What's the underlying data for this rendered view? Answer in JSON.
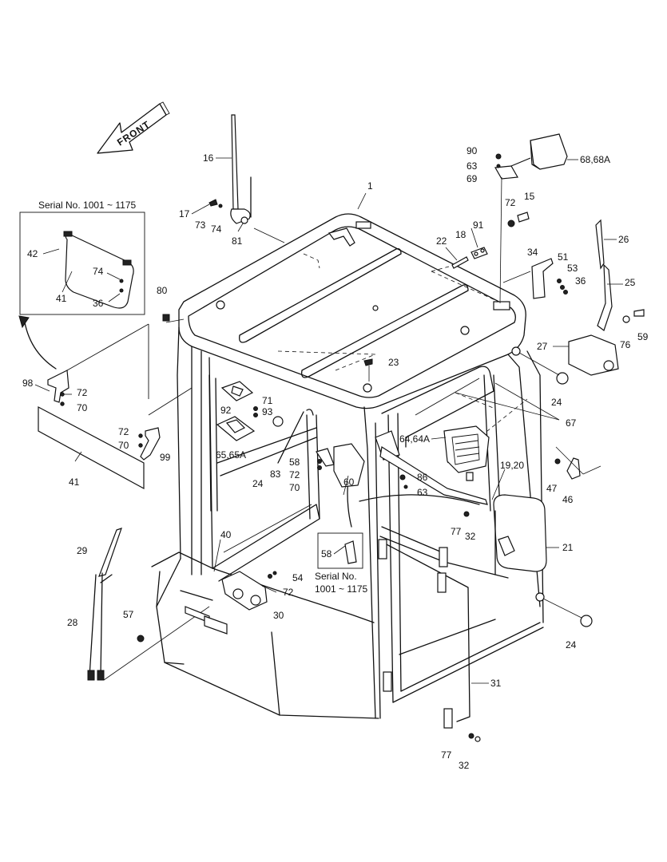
{
  "front_label": "FRONT",
  "serial_notes": [
    {
      "id": "serial-note-top",
      "text": "Serial No. 1001 ~ 1175"
    },
    {
      "id": "serial-note-bottom-line1",
      "text": "Serial No."
    },
    {
      "id": "serial-note-bottom-line2",
      "text": "1001 ~ 1175"
    }
  ],
  "callouts": [
    {
      "id": "c1",
      "text": "1"
    },
    {
      "id": "c15",
      "text": "15"
    },
    {
      "id": "c16",
      "text": "16"
    },
    {
      "id": "c17",
      "text": "17"
    },
    {
      "id": "c18",
      "text": "18"
    },
    {
      "id": "c1920",
      "text": "19,20"
    },
    {
      "id": "c21",
      "text": "21"
    },
    {
      "id": "c22",
      "text": "22"
    },
    {
      "id": "c23",
      "text": "23"
    },
    {
      "id": "c24a",
      "text": "24"
    },
    {
      "id": "c24b",
      "text": "24"
    },
    {
      "id": "c24c",
      "text": "24"
    },
    {
      "id": "c25",
      "text": "25"
    },
    {
      "id": "c26",
      "text": "26"
    },
    {
      "id": "c27",
      "text": "27"
    },
    {
      "id": "c28",
      "text": "28"
    },
    {
      "id": "c29",
      "text": "29"
    },
    {
      "id": "c30",
      "text": "30"
    },
    {
      "id": "c31",
      "text": "31"
    },
    {
      "id": "c32a",
      "text": "32"
    },
    {
      "id": "c32b",
      "text": "32"
    },
    {
      "id": "c34",
      "text": "34"
    },
    {
      "id": "c36a",
      "text": "36"
    },
    {
      "id": "c36b",
      "text": "36"
    },
    {
      "id": "c40",
      "text": "40"
    },
    {
      "id": "c41a",
      "text": "41"
    },
    {
      "id": "c41b",
      "text": "41"
    },
    {
      "id": "c42",
      "text": "42"
    },
    {
      "id": "c46",
      "text": "46"
    },
    {
      "id": "c47",
      "text": "47"
    },
    {
      "id": "c51",
      "text": "51"
    },
    {
      "id": "c53",
      "text": "53"
    },
    {
      "id": "c54",
      "text": "54"
    },
    {
      "id": "c57",
      "text": "57"
    },
    {
      "id": "c58a",
      "text": "58"
    },
    {
      "id": "c58b",
      "text": "58"
    },
    {
      "id": "c59",
      "text": "59"
    },
    {
      "id": "c60",
      "text": "60"
    },
    {
      "id": "c63a",
      "text": "63"
    },
    {
      "id": "c63b",
      "text": "63"
    },
    {
      "id": "c6464a",
      "text": "64,64A"
    },
    {
      "id": "c6565a",
      "text": "65,65A"
    },
    {
      "id": "c67",
      "text": "67"
    },
    {
      "id": "c6868a",
      "text": "68,68A"
    },
    {
      "id": "c69",
      "text": "69"
    },
    {
      "id": "c70a",
      "text": "70"
    },
    {
      "id": "c70b",
      "text": "70"
    },
    {
      "id": "c70c",
      "text": "70"
    },
    {
      "id": "c71",
      "text": "71"
    },
    {
      "id": "c72a",
      "text": "72"
    },
    {
      "id": "c72b",
      "text": "72"
    },
    {
      "id": "c72c",
      "text": "72"
    },
    {
      "id": "c72d",
      "text": "72"
    },
    {
      "id": "c72e",
      "text": "72"
    },
    {
      "id": "c73",
      "text": "73"
    },
    {
      "id": "c74a",
      "text": "74"
    },
    {
      "id": "c74b",
      "text": "74"
    },
    {
      "id": "c76",
      "text": "76"
    },
    {
      "id": "c77a",
      "text": "77"
    },
    {
      "id": "c77b",
      "text": "77"
    },
    {
      "id": "c80",
      "text": "80"
    },
    {
      "id": "c81",
      "text": "81"
    },
    {
      "id": "c83",
      "text": "83"
    },
    {
      "id": "c86",
      "text": "86"
    },
    {
      "id": "c90",
      "text": "90"
    },
    {
      "id": "c91",
      "text": "91"
    },
    {
      "id": "c92",
      "text": "92"
    },
    {
      "id": "c93",
      "text": "93"
    },
    {
      "id": "c98",
      "text": "98"
    },
    {
      "id": "c99",
      "text": "99"
    }
  ]
}
